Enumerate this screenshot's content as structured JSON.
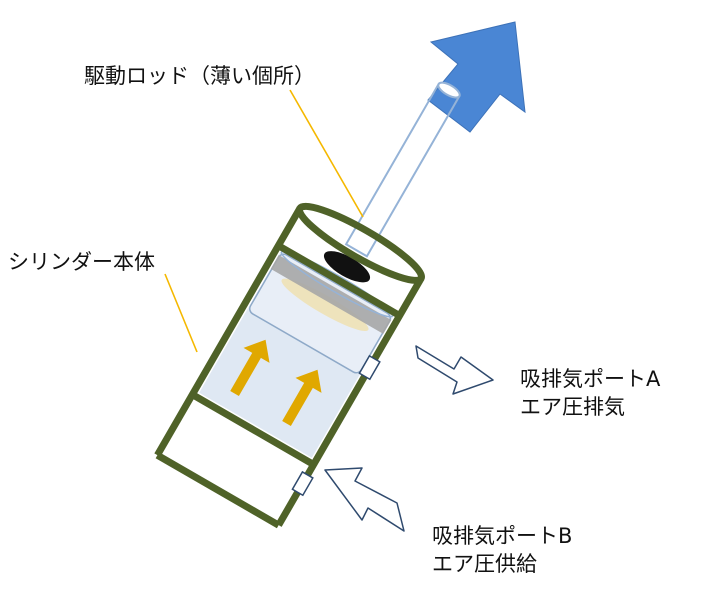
{
  "labels": {
    "drive_rod": "駆動ロッド（薄い個所）",
    "cylinder_body": "シリンダー本体",
    "port_a": {
      "line1": "吸排気ポートA",
      "line2": "エア圧排気"
    },
    "port_b": {
      "line1": "吸排気ポートB",
      "line2": "エア圧供給"
    }
  },
  "colors": {
    "cylinder_frame": "#4f6228",
    "chamber_fill": "#dce6f2",
    "piston_bar": "#a6a6a6",
    "cushion": "#eee2b8",
    "rod_stroke": "#95b3d7",
    "motion_arrow": "#4a86d4",
    "pressure_arrow": "#e0a800",
    "leader_line": "#f5b800",
    "port_arrow_stroke": "#2f4a6e",
    "seal": "#111111"
  },
  "icons": {
    "direction": "big-blue-arrow-icon",
    "pressure": "yellow-up-arrow-icon",
    "port_flow": "outline-arrow-icon"
  }
}
